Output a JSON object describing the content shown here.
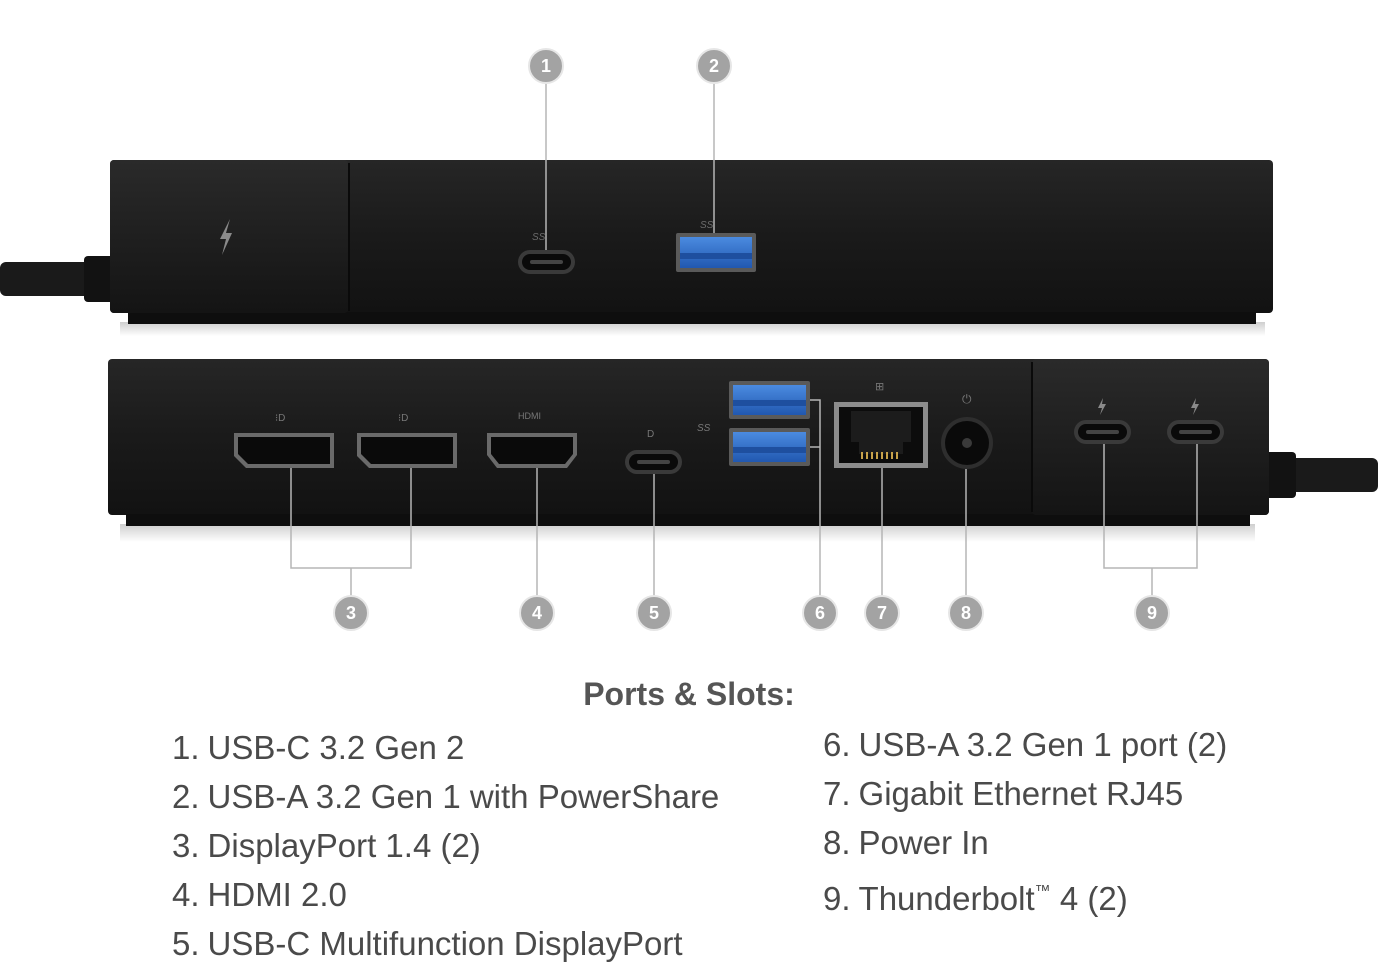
{
  "section_title": "Ports & Slots:",
  "callouts": [
    "1",
    "2",
    "3",
    "4",
    "5",
    "6",
    "7",
    "8",
    "9"
  ],
  "ports_left": [
    {
      "num": "1.",
      "label": "USB-C 3.2 Gen 2"
    },
    {
      "num": "2.",
      "label": "USB-A 3.2 Gen 1 with PowerShare"
    },
    {
      "num": "3.",
      "label": "DisplayPort 1.4 (2)"
    },
    {
      "num": "4.",
      "label": "HDMI 2.0"
    },
    {
      "num": "5.",
      "label": "USB-C Multifunction DisplayPort"
    }
  ],
  "ports_right": [
    {
      "num": "6.",
      "label": "USB-A 3.2 Gen 1 port (2)"
    },
    {
      "num": "7.",
      "label": "Gigabit Ethernet RJ45"
    },
    {
      "num": "8.",
      "label": "Power In"
    },
    {
      "num": "9.",
      "label": "Thunderbolt",
      "tm": "™",
      "suffix": " 4 (2)"
    }
  ],
  "port_markings": {
    "ss": "SS",
    "hdmi": "HDMI"
  },
  "colors": {
    "dock_body": "#1b1b1b",
    "usb_a_blue": "#2f6ec9",
    "callout_circle": "#a3a3a3",
    "leader_line": "#b5b5b5",
    "text": "#4a4a4a"
  },
  "icons": [
    "thunderbolt-icon",
    "displayport-icon",
    "network-icon",
    "power-icon",
    "superspeed-icon"
  ]
}
